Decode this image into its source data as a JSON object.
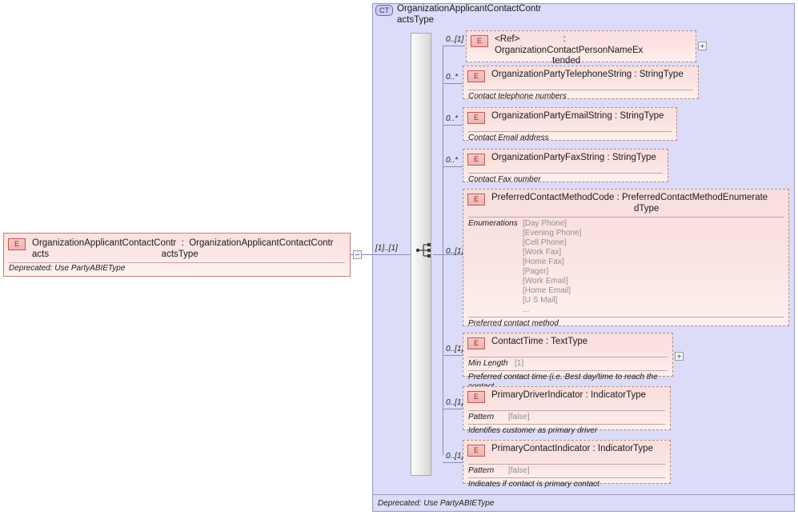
{
  "diagram": {
    "type": "xsd-schema-diagram",
    "root_element": {
      "badge": "E",
      "name": "OrganizationApplicantContactContr\nacts",
      "separator": " : ",
      "type": "OrganizationApplicantContactContr\nactsType",
      "title_full": "OrganizationApplicantContactContr  :  OrganizationApplicantContactContr\nacts                                            actsType",
      "description": "Deprecated: Use PartyABIEType",
      "collapse_icon": "minus-icon"
    },
    "connector_cardinality": "[1]..[1]",
    "compositor": "sequence-icon",
    "complex_type": {
      "badge": "CT",
      "name": "OrganizationApplicantContactContr\nactsType",
      "footer": "Deprecated: Use PartyABIEType"
    },
    "elements": [
      {
        "badge": "E",
        "cardinality": "0..[1]",
        "name": "<Ref>",
        "type": ": OrganizationContactPersonNameEx\ntended",
        "title_line1": "<Ref>                 : OrganizationContactPersonNameEx",
        "title_line2": "tended",
        "facets": [],
        "description": "",
        "has_expander": true,
        "expander": "plus-icon",
        "border": "dashed"
      },
      {
        "badge": "E",
        "cardinality": "0..*",
        "name": "OrganizationPartyTelephoneString : StringType",
        "facets": [],
        "description": "Contact telephone numbers",
        "has_expander": false,
        "border": "dashed"
      },
      {
        "badge": "E",
        "cardinality": "0..*",
        "name": "OrganizationPartyEmailString : StringType",
        "facets": [],
        "description": "Contact Email address",
        "has_expander": false,
        "border": "dashed"
      },
      {
        "badge": "E",
        "cardinality": "0..*",
        "name": "OrganizationPartyFaxString : StringType",
        "facets": [],
        "description": "Contact Fax number",
        "has_expander": false,
        "border": "dashed"
      },
      {
        "badge": "E",
        "cardinality": "0..[1]",
        "title_line1": "PreferredContactMethodCode : PreferredContactMethodEnumerate",
        "title_line2": "dType",
        "facet_label": "Enumerations",
        "enumerations": [
          "[Day Phone]",
          "[Evening Phone]",
          "[Cell Phone]",
          "[Work Fax]",
          "[Home Fax]",
          "[Pager]",
          "[Work Email]",
          "[Home Email]",
          "[U S Mail]",
          "..."
        ],
        "description": "Preferred contact method",
        "has_expander": false,
        "border": "dashed"
      },
      {
        "badge": "E",
        "cardinality": "0..[1]",
        "name": "ContactTime : TextType",
        "facet_label": "Min Length",
        "facet_value": "[1]",
        "description": "Preferred contact time (i.e. Best day/time to reach the contact.",
        "has_expander": true,
        "expander": "plus-icon",
        "border": "dashed"
      },
      {
        "badge": "E",
        "cardinality": "0..[1]",
        "name": "PrimaryDriverIndicator : IndicatorType",
        "facet_label": "Pattern",
        "facet_value": "[false]",
        "description": "Identifies customer as primary driver",
        "has_expander": false,
        "border": "dashed"
      },
      {
        "badge": "E",
        "cardinality": "0..[1]",
        "name": "PrimaryContactIndicator : IndicatorType",
        "facet_label": "Pattern",
        "facet_value": "[false]",
        "description": "Indicates if contact is primary contact",
        "has_expander": false,
        "border": "dashed"
      }
    ],
    "colors": {
      "element_fill": "#fae3e1",
      "element_border": "#b08a8a",
      "badge_fill": "#f1bcb9",
      "badge_border": "#c05a5a",
      "badge_text": "#8c2f2f",
      "container_fill": "#dcdcf8",
      "container_border": "#9a9ac4",
      "connector_line": "#8b8bb5",
      "sequence_bar": "#e8e8e8",
      "facet_value_text": "#8f8f8f"
    }
  }
}
